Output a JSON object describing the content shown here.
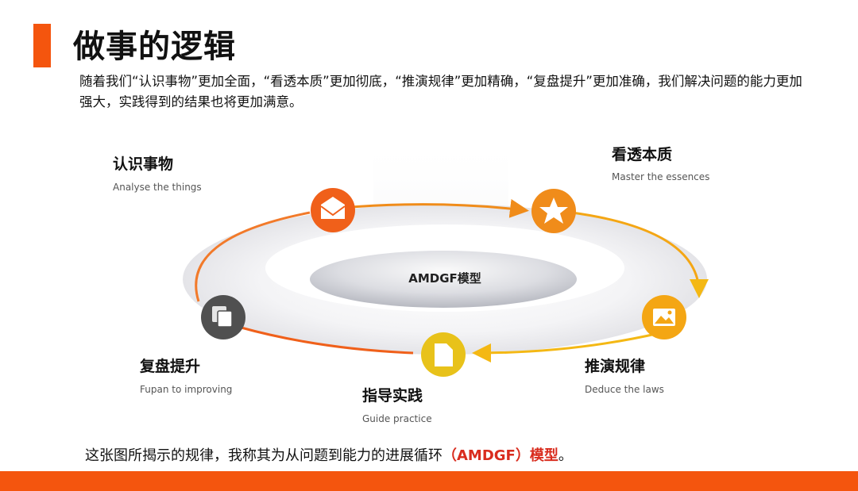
{
  "slide": {
    "title": "做事的逻辑",
    "intro": "随着我们“认识事物”更加全面，“看透本质”更加彻底，“推演规律”更加精确，“复盘提升”更加准确，我们解决问题的能力更加强大，实践得到的结果也将更加满意。"
  },
  "diagram": {
    "center_label": "AMDGF模型",
    "steps": [
      {
        "title": "认识事物",
        "subtitle": "Analyse the things",
        "icon": "envelope-icon",
        "color": "#f0601a"
      },
      {
        "title": "看透本质",
        "subtitle": "Master the essences",
        "icon": "star-icon",
        "color": "#f08c1a"
      },
      {
        "title": "推演规律",
        "subtitle": "Deduce the laws",
        "icon": "image-icon",
        "color": "#f4a614"
      },
      {
        "title": "指导实践",
        "subtitle": "Guide practice",
        "icon": "document-icon",
        "color": "#e8c21a"
      },
      {
        "title": "复盘提升",
        "subtitle": "Fupan to improving",
        "icon": "copy-icon",
        "color": "#505050"
      }
    ]
  },
  "footer": {
    "text": "这张图所揭示的规律，我称其为从问题到能力的进展循环",
    "highlight": "（AMDGF）模型",
    "end": "。"
  },
  "colors": {
    "accent": "#f4550e",
    "highlight": "#d92c1e"
  }
}
